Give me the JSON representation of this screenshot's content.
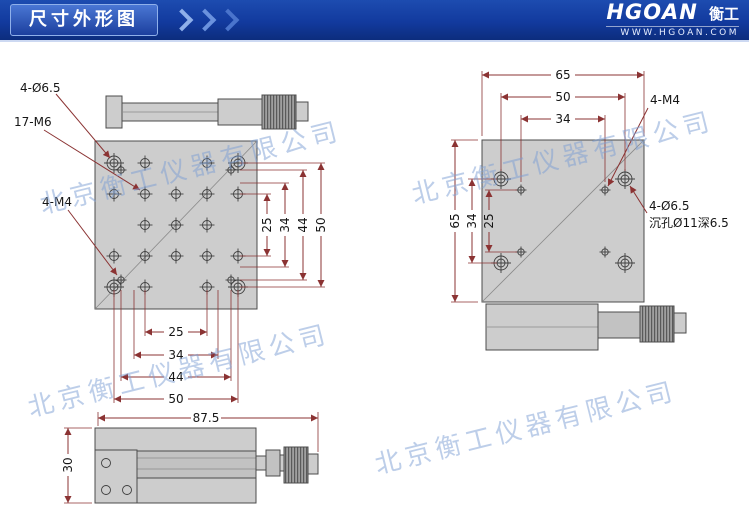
{
  "header": {
    "title": "尺寸外形图",
    "brand": "HGOAN",
    "brand_cn": "衡工",
    "website": "WWW.HGOAN.COM"
  },
  "watermark": {
    "text": "北京衡工仪器有限公司"
  },
  "front_view": {
    "label_counterbore": "4-Ø6.5",
    "label_m6": "17-M6",
    "label_m4": "4-M4",
    "dims_vertical": [
      "25",
      "34",
      "44",
      "50"
    ],
    "dims_horizontal": [
      "25",
      "34",
      "44",
      "50"
    ]
  },
  "bottom_view": {
    "label_m4": "4-M4",
    "label_counterbore_line1": "4-Ø6.5",
    "label_counterbore_line2": "沉孔Ø11深6.5",
    "dims_top": [
      "34",
      "50",
      "65"
    ],
    "dims_left": [
      "25",
      "34",
      "65"
    ]
  },
  "side_view": {
    "dim_width": "87.5",
    "dim_height": "30"
  }
}
